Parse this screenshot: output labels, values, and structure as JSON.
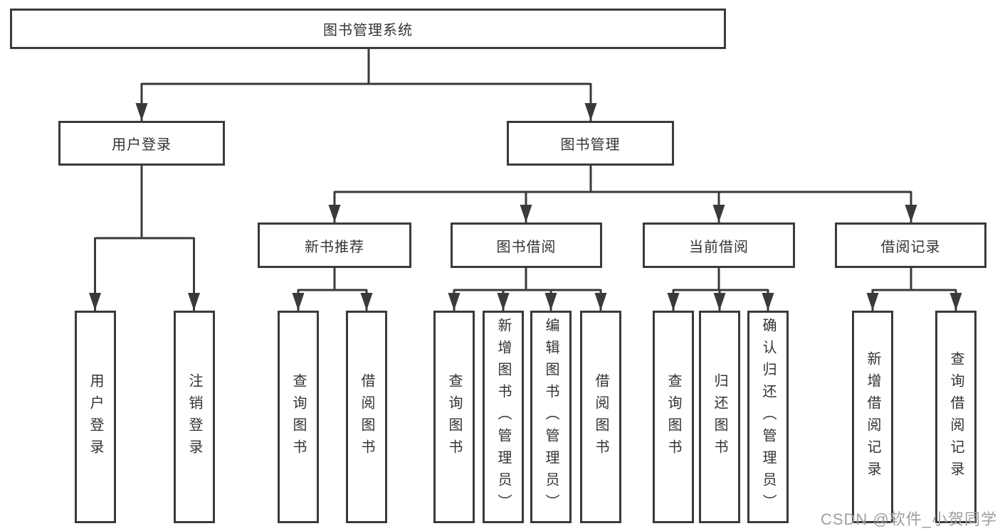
{
  "diagram": {
    "title": "图书管理系统",
    "branches": {
      "user_login": {
        "label": "用户登录",
        "children": {
          "login": "用户登录",
          "logout": "注销登录"
        }
      },
      "book_mgmt": {
        "label": "图书管理",
        "children": {
          "new_book_rec": {
            "label": "新书推荐",
            "children": {
              "query_book": "查询图书",
              "borrow_book": "借阅图书"
            }
          },
          "book_borrow": {
            "label": "图书借阅",
            "children": {
              "query_book": "查询图书",
              "add_book": "新增图书（管理员）",
              "edit_book": "编辑图书（管理员）",
              "borrow_book": "借阅图书"
            }
          },
          "current_borrow": {
            "label": "当前借阅",
            "children": {
              "query_book": "查询图书",
              "return_book": "归还图书",
              "confirm_return": "确认归还（管理员）"
            }
          },
          "borrow_record": {
            "label": "借阅记录",
            "children": {
              "add_record": "新增借阅记录",
              "query_record": "查询借阅记录"
            }
          }
        }
      }
    }
  },
  "watermark": {
    "text": "CSDN @软件_小贺同学"
  },
  "colors": {
    "line": "#3a3a3a",
    "box_border": "#3a3a3a",
    "text": "#333333",
    "watermark_text": "#9e9e9e",
    "background": "#ffffff"
  }
}
